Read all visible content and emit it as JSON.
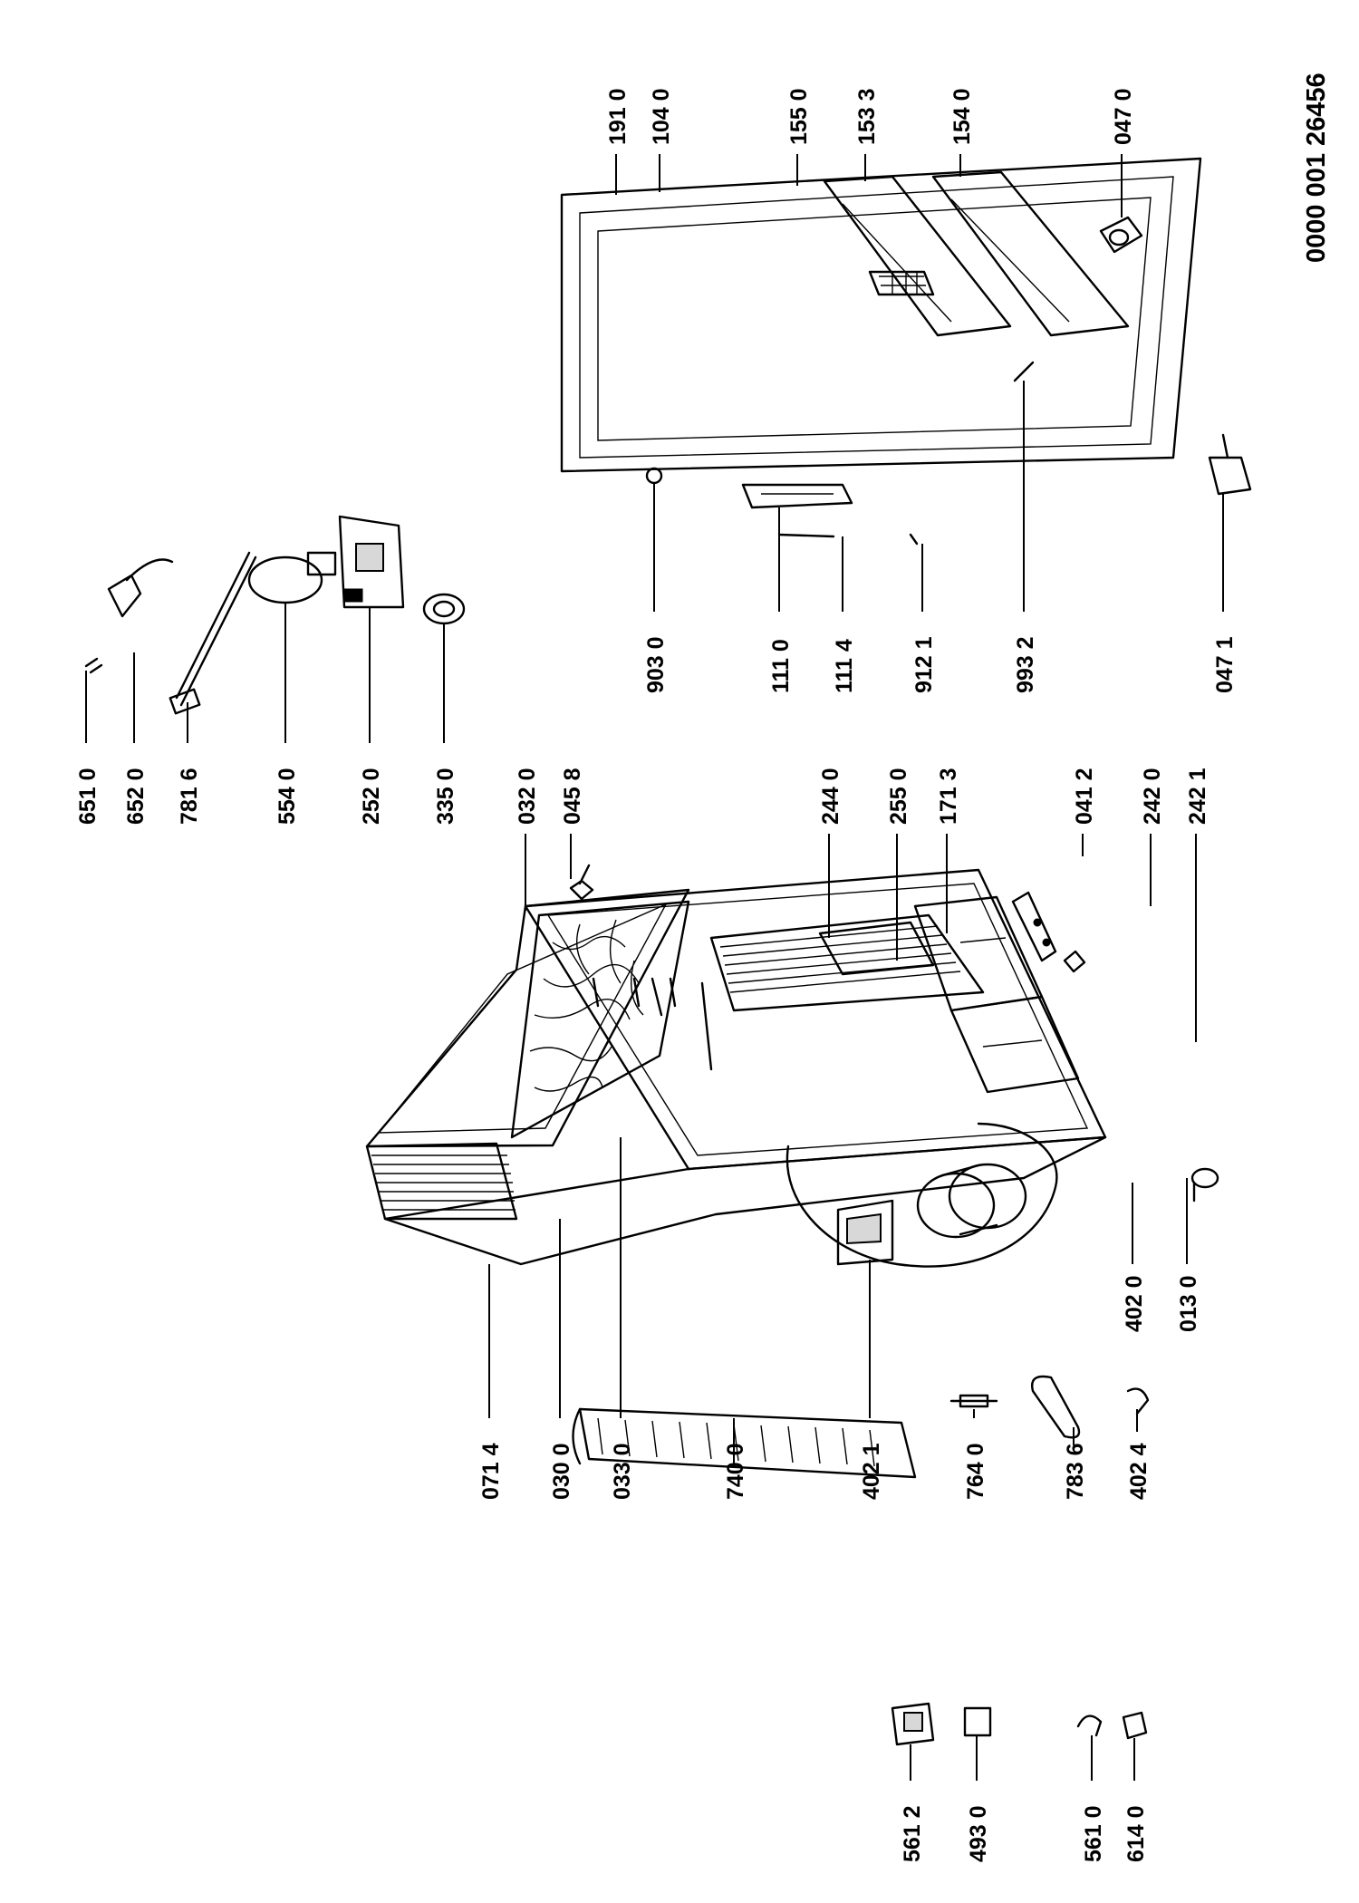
{
  "document_code": "0000 001 26456",
  "part_labels": {
    "p0714": "071 4",
    "p0300": "030 0",
    "p0330": "033 0",
    "p7400": "740 0",
    "p4021": "402 1",
    "p7640": "764 0",
    "p7836": "783 6",
    "p4024": "402 4",
    "p4020": "402 0",
    "p0130": "013 0",
    "p2421": "242 1",
    "p2420": "242 0",
    "p0412": "041 2",
    "p1713": "171 3",
    "p2550": "255 0",
    "p2440": "244 0",
    "p0458": "045 8",
    "p0320": "032 0",
    "p5612": "561 2",
    "p4930": "493 0",
    "p5610": "561 0",
    "p6140": "614 0",
    "p6510": "651 0",
    "p6520": "652 0",
    "p7816": "781 6",
    "p5540": "554 0",
    "p2520": "252 0",
    "p3350": "335 0",
    "p9030": "903 0",
    "p1110": "111 0",
    "p1114": "111 4",
    "p9121": "912 1",
    "p9932": "993 2",
    "p0471": "047 1",
    "p0470": "047 0",
    "p1910": "191 0",
    "p1040": "104 0",
    "p1550": "155 0",
    "p1533": "153 3",
    "p1540": "154 0"
  }
}
